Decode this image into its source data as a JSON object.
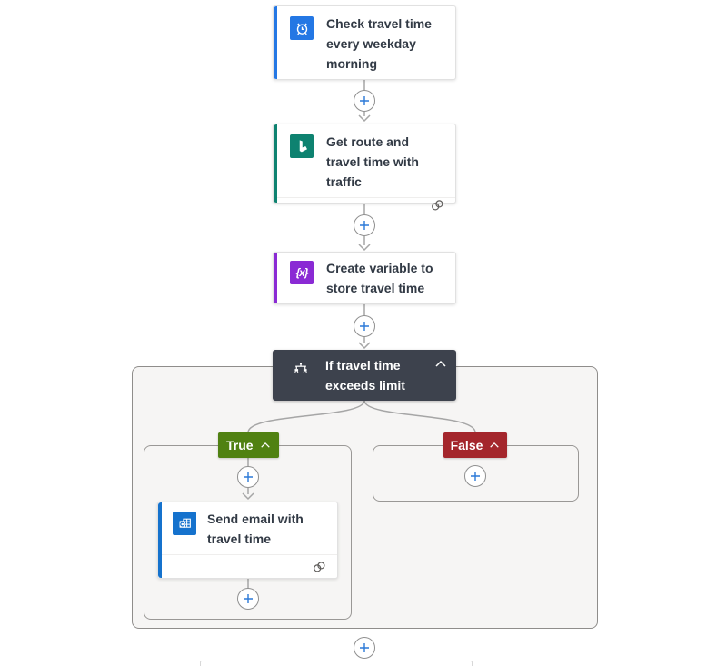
{
  "app": "flow-designer-canvas",
  "colors": {
    "trigger_accent": "#2477E4",
    "bing_accent": "#0E8270",
    "variable_accent": "#8A2AD4",
    "outlook_accent": "#1572CD",
    "condition_bg": "#3D424D",
    "true_bg": "#508112",
    "false_bg": "#A4262C",
    "connector_gray": "#A6A6A6",
    "plus_blue": "#2B79D7",
    "scope_bg": "#F6F5F4"
  },
  "nodes": {
    "trigger": {
      "title": "Check travel time every weekday morning",
      "icon": "recurrence-clock-icon"
    },
    "get_route": {
      "title": "Get route and travel time with traffic",
      "icon": "bing-maps-icon",
      "has_connection_badge": true
    },
    "create_variable": {
      "title": "Create variable to store travel time",
      "icon": "variable-icon",
      "icon_glyph": "{x}"
    },
    "condition": {
      "title": "If travel time exceeds limit",
      "icon": "condition-balance-icon"
    },
    "true_branch": {
      "label": "True"
    },
    "false_branch": {
      "label": "False"
    },
    "send_email": {
      "title": "Send email with travel time",
      "icon": "outlook-icon",
      "has_connection_badge": true
    }
  }
}
